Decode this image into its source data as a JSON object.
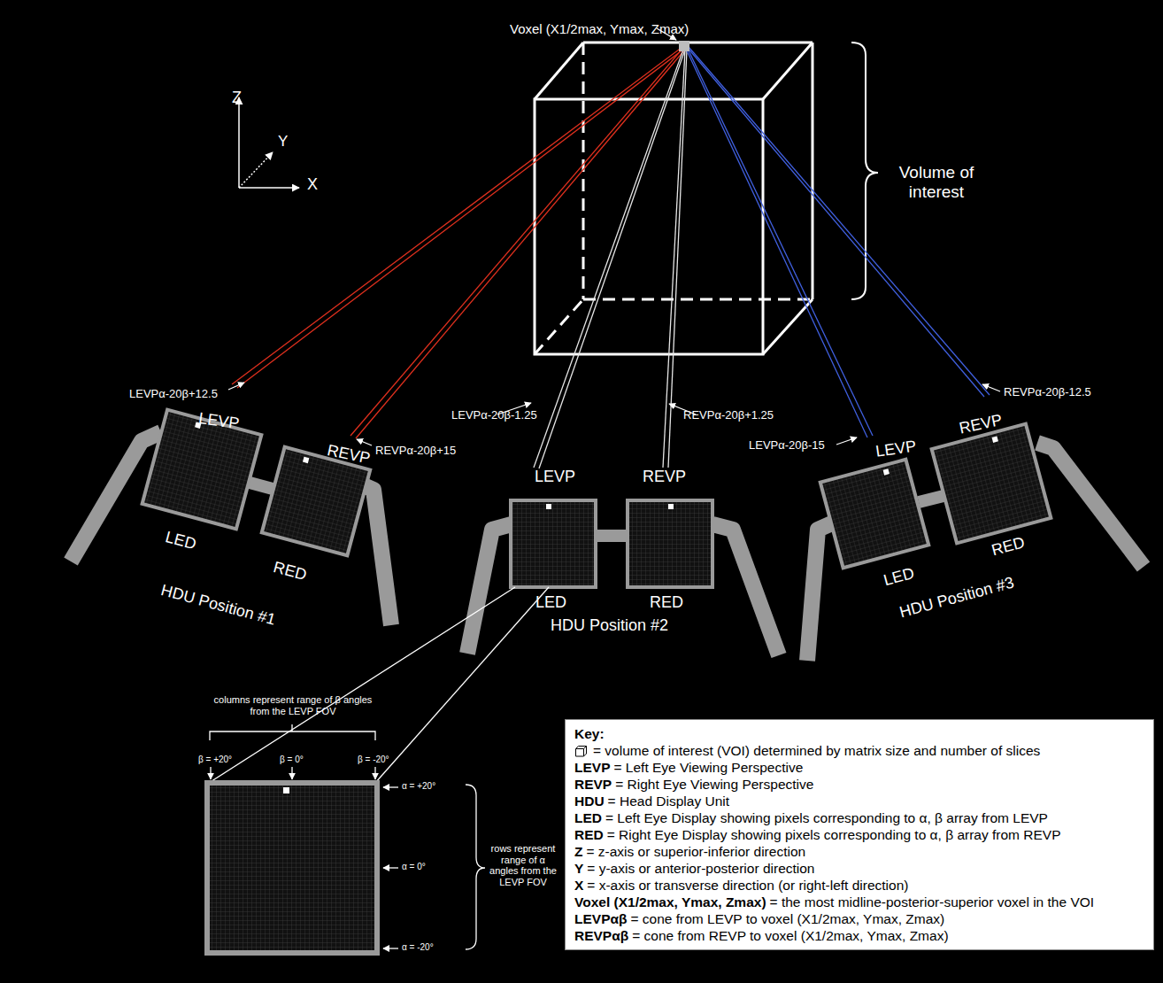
{
  "diagram": {
    "nodes": [
      {
        "text": [
          "Key:",
          "= volume of interest (VOI) determined by matrix size and number of slices",
          "LEVP",
          "= Left Eye Viewing Perspective",
          "REVP",
          "= Right Eye Viewing Perspective",
          "HDU",
          "= Head Display Unit",
          "LED",
          "= Left Eye Display showing pixels corresponding to α, β array from LEVP",
          "RED",
          "= Right Eye Display showing pixels corresponding to α, β array from REVP",
          "Z",
          "= z-axis or superior-inferior direction",
          "Y",
          "= y-axis or anterior-posterior direction",
          "X",
          "= x-axis or transverse direction (or right-left direction)",
          "Voxel (X1/2max, Ymax, Zmax)",
          "= the most midline-posterior-superior voxel in the VOI",
          "LEVPαβ",
          "= cone from LEVP to voxel (X1/2max, Ymax, Zmax)",
          "REVPαβ",
          "= cone from REVP to voxel (X1/2max, Ymax, Zmax)"
        ]
      }
    ],
    "labels": [
      "Voxel (X1/2max, Ymax, Zmax)",
      "Z",
      "Y",
      "X",
      "Volume of interest",
      "LEVPα-20β+12.5",
      "LEVP",
      "REVP",
      "REVPα-20β+15",
      "LED",
      "RED",
      "HDU Position #1",
      "LEVPα-20β-1.25",
      "REVPα-20β+1.25",
      "LEVP",
      "REVP",
      "LED",
      "RED",
      "HDU Position #2",
      "LEVPα-20β-15",
      "LEVP",
      "REVP",
      "REVPα-20β-12.5",
      "LED",
      "RED",
      "HDU Position #3",
      "columns represent range of β angles from the LEVP FOV",
      "β = +20°",
      "β = 0°",
      "β = -20°",
      "α = +20°",
      "rows represent range of α angles from the LEVP FOV",
      "α = 0°",
      "α = -20°"
    ]
  }
}
